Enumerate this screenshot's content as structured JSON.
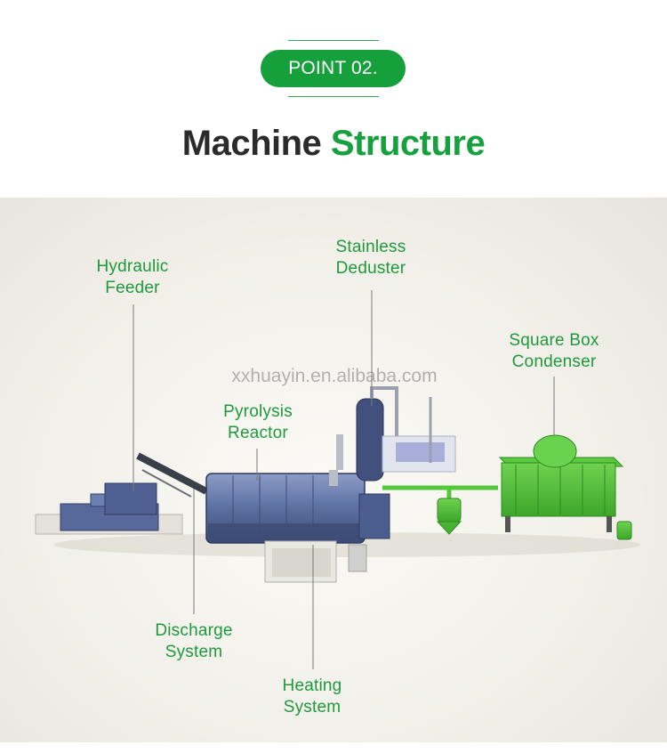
{
  "header": {
    "badge_text": "POINT 02.",
    "title_main": "Machine",
    "title_accent": "Structure"
  },
  "watermark": "xxhuayin.en.alibaba.com",
  "labels": {
    "hydraulic_feeder": "Hydraulic\nFeeder",
    "stainless_deduster": "Stainless\nDeduster",
    "square_box_condenser": "Square Box\nCondenser",
    "pyrolysis_reactor": "Pyrolysis\nReactor",
    "discharge_system": "Discharge\nSystem",
    "heating_system": "Heating\nSystem"
  },
  "colors": {
    "accent_green": "#16a13e",
    "label_green": "#1e9a3d",
    "machine_blue": "#5b6f9e",
    "condenser_green": "#4fc43a"
  }
}
